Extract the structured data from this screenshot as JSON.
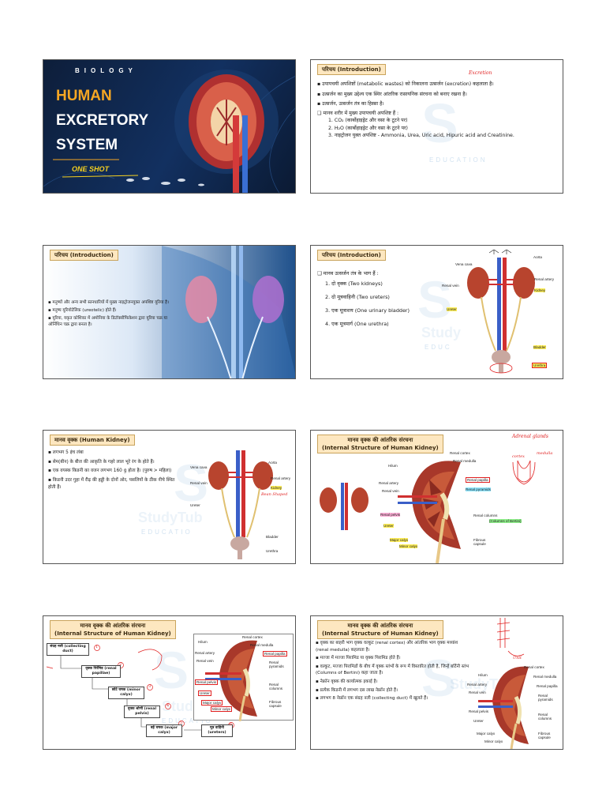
{
  "slide1": {
    "subject": "BIOLOGY",
    "title_line1": "HUMAN",
    "title_line2": "EXCRETORY",
    "title_line3": "SYSTEM",
    "tag": "ONE SHOT"
  },
  "slide2": {
    "heading": "परिचय (Introduction)",
    "annotation": "Excretion",
    "bullets": [
      "उपापचयी अपशिष्टों (metabolic wastes) को निकालना उत्सर्जन (excretion) कहलाता है।",
      "उत्सर्जन का मुख्य उद्देश्य एक स्थिर आंतरिक रासायनिक संरचना को बनाए रखना है।",
      "उत्सर्जन, उत्सर्जन तंत्र का हिस्सा है।"
    ],
    "sub_heading": "मानव शरीर में मुख्य उपापचयी अपशिष्ट हैं :",
    "items": [
      "1. CO₂ (कार्बोहाइड्रेट और वसा के टूटने पर)",
      "2. H₂O (कार्बोहाइड्रेट और वसा के टूटने पर)",
      "3. नाइट्रोजन युक्त अपशिष्ट - Ammonia, Urea, Uric acid, Hipuric acid and Creatinine."
    ],
    "watermark_edu": "EDUCATION"
  },
  "slide3": {
    "heading": "परिचय (Introduction)",
    "bullets": [
      "मनुष्यों और अन्य सभी स्तनधारियों में मुख्य नाइट्रोजनयुक्त अपशिष्ट यूरिया है।",
      "मनुष्य यूरियोटेलिक (ureotelic) होते हैं।",
      "यूरिया, यकृत कोशिका में अमोनिया के डिटॉक्सीफिकेशन द्वारा यूरिया चक्र या ऑर्निथिन चक्र द्वारा बनता है।"
    ]
  },
  "slide4": {
    "heading": "परिचय (Introduction)",
    "sub_heading": "मानव उत्सर्जन तंत्र के भाग हैं :",
    "items": [
      "1. दो वृक्क (Two kidneys)",
      "2. दो मूत्रवाहिनी (Two ureters)",
      "3. एक मूत्राशय (One urinary bladder)",
      "4. एक मूत्रमार्ग (One urethra)"
    ],
    "labels": [
      "Vena cava",
      "Aorta",
      "Renal vein",
      "Renal artery",
      "Kidney",
      "Ureter",
      "Bladder",
      "Urethra"
    ],
    "watermark": "Study",
    "watermark_edu": "EDUC"
  },
  "slide5": {
    "heading": "मानव वृक्क (Human Kidney)",
    "bullets": [
      "लगभग 5 इंच लंबा",
      "सेम(बीन) के बीज की आकृति के गहरे लाल भूरे रंग के होते हैं।",
      "एक वयस्क किडनी का वजन लगभग 160 g होता है। (पुरुष > महिला)",
      "किडनी उदर गुहा में रीढ़ की हड्डी के दोनों ओर, पसलियों के ठीक नीचे स्थित होती हैं।"
    ],
    "labels": [
      "Vena cava",
      "Aorta",
      "Renal vein",
      "Renal artery",
      "Kidney",
      "Ureter",
      "Bladder",
      "Urethra"
    ],
    "annotation": "Bean Shaped",
    "watermark": "StudyTub",
    "watermark_edu": "EDUCATIO"
  },
  "slide6": {
    "heading_line1": "मानव वृक्क की आंतरिक संरचना",
    "heading_line2": "(Internal Structure of Human Kidney)",
    "labels": [
      "Renal cortex",
      "Renal medulla",
      "Hilum",
      "Renal artery",
      "Renal vein",
      "Renal papilla",
      "Renal pyramids",
      "Renal pelvis",
      "Ureter",
      "Renal columns",
      "(Columns of Bertini)",
      "Major calyx",
      "Minor calyx",
      "Fibrous capsule"
    ],
    "annotation_1": "Adrenal glands",
    "annotation_2": "cortex",
    "annotation_3": "medulla"
  },
  "slide7": {
    "heading_line1": "मानव वृक्क की आंतरिक संरचना",
    "heading_line2": "(Internal Structure of Human Kidney)",
    "flow": [
      "संग्रह नली (collecting duct)",
      "वृक्क पिरॅमिड (renal papillae)",
      "छोटे चषक (minor calyx)",
      "वृक्क श्रोणी (renal pelvis)",
      "बड़े चषक (major calyx)",
      "मूत्र वाहिनी (ureters)"
    ],
    "numbers": [
      "1",
      "2",
      "3",
      "4",
      "5",
      "6"
    ],
    "labels": [
      "Renal cortex",
      "Hilum",
      "Renal medulla",
      "Renal artery",
      "Renal papilla",
      "Renal vein",
      "Renal pyramids",
      "Renal pelvis",
      "Ureter",
      "Renal columns",
      "Major calyx",
      "Minor calyx",
      "Fibrous capsule"
    ],
    "watermark": "StudyTub",
    "watermark_edu": "EDUCATIO"
  },
  "slide8": {
    "heading_line1": "मानव वृक्क की आंतरिक संरचना",
    "heading_line2": "(Internal Structure of Human Kidney)",
    "bullets": [
      "वृक्क का बाहरी भाग वृक्क वल्कुट (renal cortex) और आंतरिक भाग वृक्क मध्यांश (renal medulla) कहलाता है।",
      "मज्जा में मज्जा पिरामिड या वृक्क पिरामिड होते हैं।",
      "वल्कुट, मज्जा पिरामिडों के बीच में वृक्क स्तंभों के रूप में विस्तारित होती है, जिन्हें बर्टिनी स्तंभ (Columns of Bertini) कहा जाता है।",
      "नेफ्रॉन वृक्क की कार्यात्मक इकाई है।",
      "प्रत्येक किडनी में लगभग दस लाख नेफ्रॉन होते हैं।",
      "लगभग 8 नेफ्रॉन एक संग्रह नली (collecting duct) में खुलते हैं।"
    ],
    "labels": [
      "Hilum",
      "Renal cortex",
      "Renal medulla",
      "Renal artery",
      "Renal papilla",
      "Renal vein",
      "Renal pyramids",
      "Renal pelvis",
      "Ureter",
      "Renal columns",
      "Major calyx",
      "Minor calyx",
      "Fibrous capsule"
    ],
    "annotation": "Unit",
    "watermark": "StudyTub"
  }
}
